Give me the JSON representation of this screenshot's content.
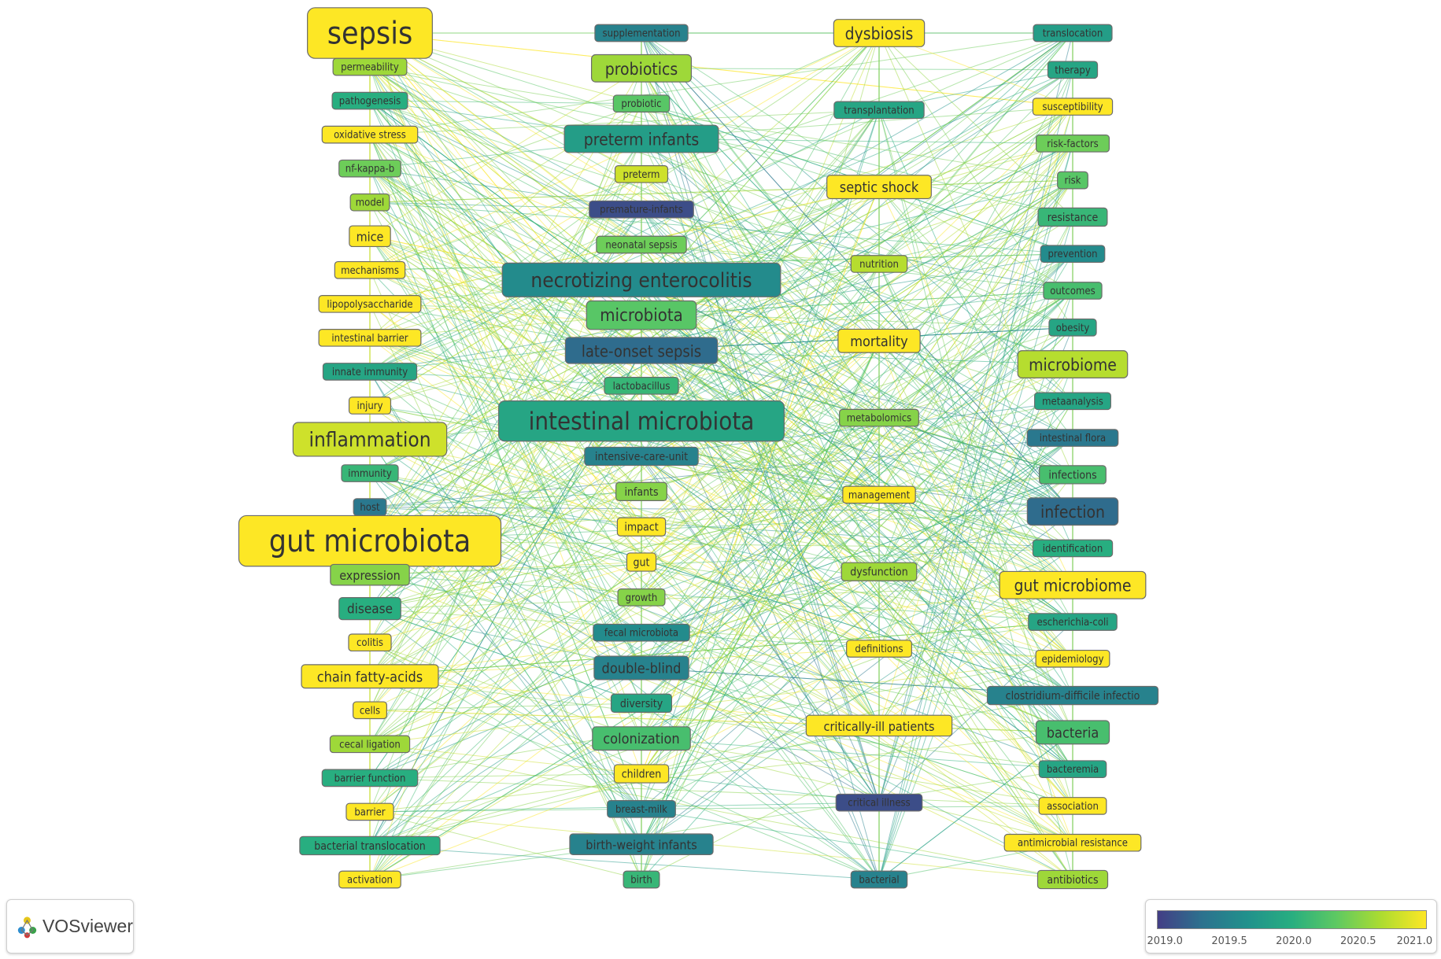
{
  "app_name": "VOSviewer",
  "icons": {
    "logo": "vosviewer-logo-icon"
  },
  "colors": {
    "oldest": "#433e85",
    "newest": "#fde725",
    "background": "#ffffff"
  },
  "legend": {
    "ticks": [
      "2019.0",
      "2019.5",
      "2020.0",
      "2020.5",
      "2021.0"
    ],
    "range": [
      2019.0,
      2021.0
    ]
  },
  "columns": [
    {
      "keywords": [
        {
          "label": "sepsis",
          "year": 2021.0,
          "weight": 3
        },
        {
          "label": "permeability",
          "year": 2020.6,
          "weight": 1
        },
        {
          "label": "pathogenesis",
          "year": 2020.0,
          "weight": 1
        },
        {
          "label": "oxidative stress",
          "year": 2021.0,
          "weight": 1
        },
        {
          "label": "nf-kappa-b",
          "year": 2020.4,
          "weight": 1
        },
        {
          "label": "model",
          "year": 2020.6,
          "weight": 1
        },
        {
          "label": "mice",
          "year": 2021.0,
          "weight": 1.2
        },
        {
          "label": "mechanisms",
          "year": 2021.0,
          "weight": 1
        },
        {
          "label": "lipopolysaccharide",
          "year": 2021.0,
          "weight": 1
        },
        {
          "label": "intestinal barrier",
          "year": 2021.0,
          "weight": 1
        },
        {
          "label": "innate immunity",
          "year": 2019.9,
          "weight": 1
        },
        {
          "label": "injury",
          "year": 2021.0,
          "weight": 1
        },
        {
          "label": "inflammation",
          "year": 2020.8,
          "weight": 2
        },
        {
          "label": "immunity",
          "year": 2020.1,
          "weight": 1
        },
        {
          "label": "host",
          "year": 2019.4,
          "weight": 1
        },
        {
          "label": "gut microbiota",
          "year": 2021.0,
          "weight": 3
        },
        {
          "label": "expression",
          "year": 2020.5,
          "weight": 1.2
        },
        {
          "label": "disease",
          "year": 2020.0,
          "weight": 1.3
        },
        {
          "label": "colitis",
          "year": 2021.0,
          "weight": 1
        },
        {
          "label": "chain fatty-acids",
          "year": 2021.0,
          "weight": 1.4
        },
        {
          "label": "cells",
          "year": 2021.0,
          "weight": 1
        },
        {
          "label": "cecal ligation",
          "year": 2020.6,
          "weight": 1
        },
        {
          "label": "barrier function",
          "year": 2020.0,
          "weight": 1
        },
        {
          "label": "barrier",
          "year": 2021.0,
          "weight": 1
        },
        {
          "label": "bacterial translocation",
          "year": 2020.0,
          "weight": 1.1
        },
        {
          "label": "activation",
          "year": 2021.0,
          "weight": 1
        }
      ]
    },
    {
      "keywords": [
        {
          "label": "supplementation",
          "year": 2019.5,
          "weight": 1
        },
        {
          "label": "probiotics",
          "year": 2020.6,
          "weight": 1.6
        },
        {
          "label": "probiotic",
          "year": 2020.3,
          "weight": 1
        },
        {
          "label": "preterm infants",
          "year": 2019.8,
          "weight": 1.6
        },
        {
          "label": "preterm",
          "year": 2020.8,
          "weight": 1
        },
        {
          "label": "premature-infants",
          "year": 2019.1,
          "weight": 1
        },
        {
          "label": "neonatal sepsis",
          "year": 2020.4,
          "weight": 1
        },
        {
          "label": "necrotizing enterocolitis",
          "year": 2019.6,
          "weight": 2
        },
        {
          "label": "microbiota",
          "year": 2020.3,
          "weight": 1.7
        },
        {
          "label": "late-onset sepsis",
          "year": 2019.3,
          "weight": 1.5
        },
        {
          "label": "lactobacillus",
          "year": 2020.1,
          "weight": 1
        },
        {
          "label": "intestinal microbiota",
          "year": 2019.9,
          "weight": 2.4
        },
        {
          "label": "intensive-care-unit",
          "year": 2019.5,
          "weight": 1.1
        },
        {
          "label": "infants",
          "year": 2020.5,
          "weight": 1.1
        },
        {
          "label": "impact",
          "year": 2021.0,
          "weight": 1.1
        },
        {
          "label": "gut",
          "year": 2021.0,
          "weight": 1.1
        },
        {
          "label": "growth",
          "year": 2020.5,
          "weight": 1
        },
        {
          "label": "fecal microbiota",
          "year": 2019.6,
          "weight": 1
        },
        {
          "label": "double-blind",
          "year": 2019.5,
          "weight": 1.4
        },
        {
          "label": "diversity",
          "year": 2019.9,
          "weight": 1.1
        },
        {
          "label": "colonization",
          "year": 2020.2,
          "weight": 1.4
        },
        {
          "label": "children",
          "year": 2021.0,
          "weight": 1.1
        },
        {
          "label": "breast-milk",
          "year": 2019.5,
          "weight": 1
        },
        {
          "label": "birth-weight infants",
          "year": 2019.5,
          "weight": 1.2
        },
        {
          "label": "birth",
          "year": 2020.1,
          "weight": 1
        }
      ]
    },
    {
      "keywords": [
        {
          "label": "dysbiosis",
          "year": 2021.0,
          "weight": 1.6
        },
        {
          "label": "transplantation",
          "year": 2019.9,
          "weight": 1
        },
        {
          "label": "septic shock",
          "year": 2021.0,
          "weight": 1.4
        },
        {
          "label": "nutrition",
          "year": 2020.7,
          "weight": 1
        },
        {
          "label": "mortality",
          "year": 2021.0,
          "weight": 1.4
        },
        {
          "label": "metabolomics",
          "year": 2020.5,
          "weight": 1
        },
        {
          "label": "management",
          "year": 2021.0,
          "weight": 1
        },
        {
          "label": "dysfunction",
          "year": 2020.6,
          "weight": 1.1
        },
        {
          "label": "definitions",
          "year": 2021.0,
          "weight": 1
        },
        {
          "label": "critically-ill patients",
          "year": 2021.0,
          "weight": 1.2
        },
        {
          "label": "critical illness",
          "year": 2019.1,
          "weight": 1
        },
        {
          "label": "bacterial",
          "year": 2019.5,
          "weight": 1
        }
      ]
    },
    {
      "keywords": [
        {
          "label": "translocation",
          "year": 2019.8,
          "weight": 1
        },
        {
          "label": "therapy",
          "year": 2019.9,
          "weight": 1
        },
        {
          "label": "susceptibility",
          "year": 2021.0,
          "weight": 1
        },
        {
          "label": "risk-factors",
          "year": 2020.4,
          "weight": 1
        },
        {
          "label": "risk",
          "year": 2020.3,
          "weight": 1
        },
        {
          "label": "resistance",
          "year": 2020.1,
          "weight": 1.1
        },
        {
          "label": "prevention",
          "year": 2019.6,
          "weight": 1
        },
        {
          "label": "outcomes",
          "year": 2020.2,
          "weight": 1
        },
        {
          "label": "obesity",
          "year": 2019.9,
          "weight": 1
        },
        {
          "label": "microbiome",
          "year": 2020.7,
          "weight": 1.6
        },
        {
          "label": "metaanalysis",
          "year": 2019.9,
          "weight": 1
        },
        {
          "label": "intestinal flora",
          "year": 2019.4,
          "weight": 1
        },
        {
          "label": "infections",
          "year": 2020.2,
          "weight": 1.1
        },
        {
          "label": "infection",
          "year": 2019.3,
          "weight": 1.6
        },
        {
          "label": "identification",
          "year": 2020.0,
          "weight": 1
        },
        {
          "label": "gut microbiome",
          "year": 2021.0,
          "weight": 1.6
        },
        {
          "label": "escherichia-coli",
          "year": 2019.9,
          "weight": 1
        },
        {
          "label": "epidemiology",
          "year": 2021.0,
          "weight": 1
        },
        {
          "label": "clostridium-difficile infectio",
          "year": 2019.5,
          "weight": 1.1
        },
        {
          "label": "bacteria",
          "year": 2020.2,
          "weight": 1.4
        },
        {
          "label": "bacteremia",
          "year": 2019.9,
          "weight": 1
        },
        {
          "label": "association",
          "year": 2021.0,
          "weight": 1
        },
        {
          "label": "antimicrobial resistance",
          "year": 2021.0,
          "weight": 1
        },
        {
          "label": "antibiotics",
          "year": 2020.6,
          "weight": 1.1
        }
      ]
    }
  ]
}
